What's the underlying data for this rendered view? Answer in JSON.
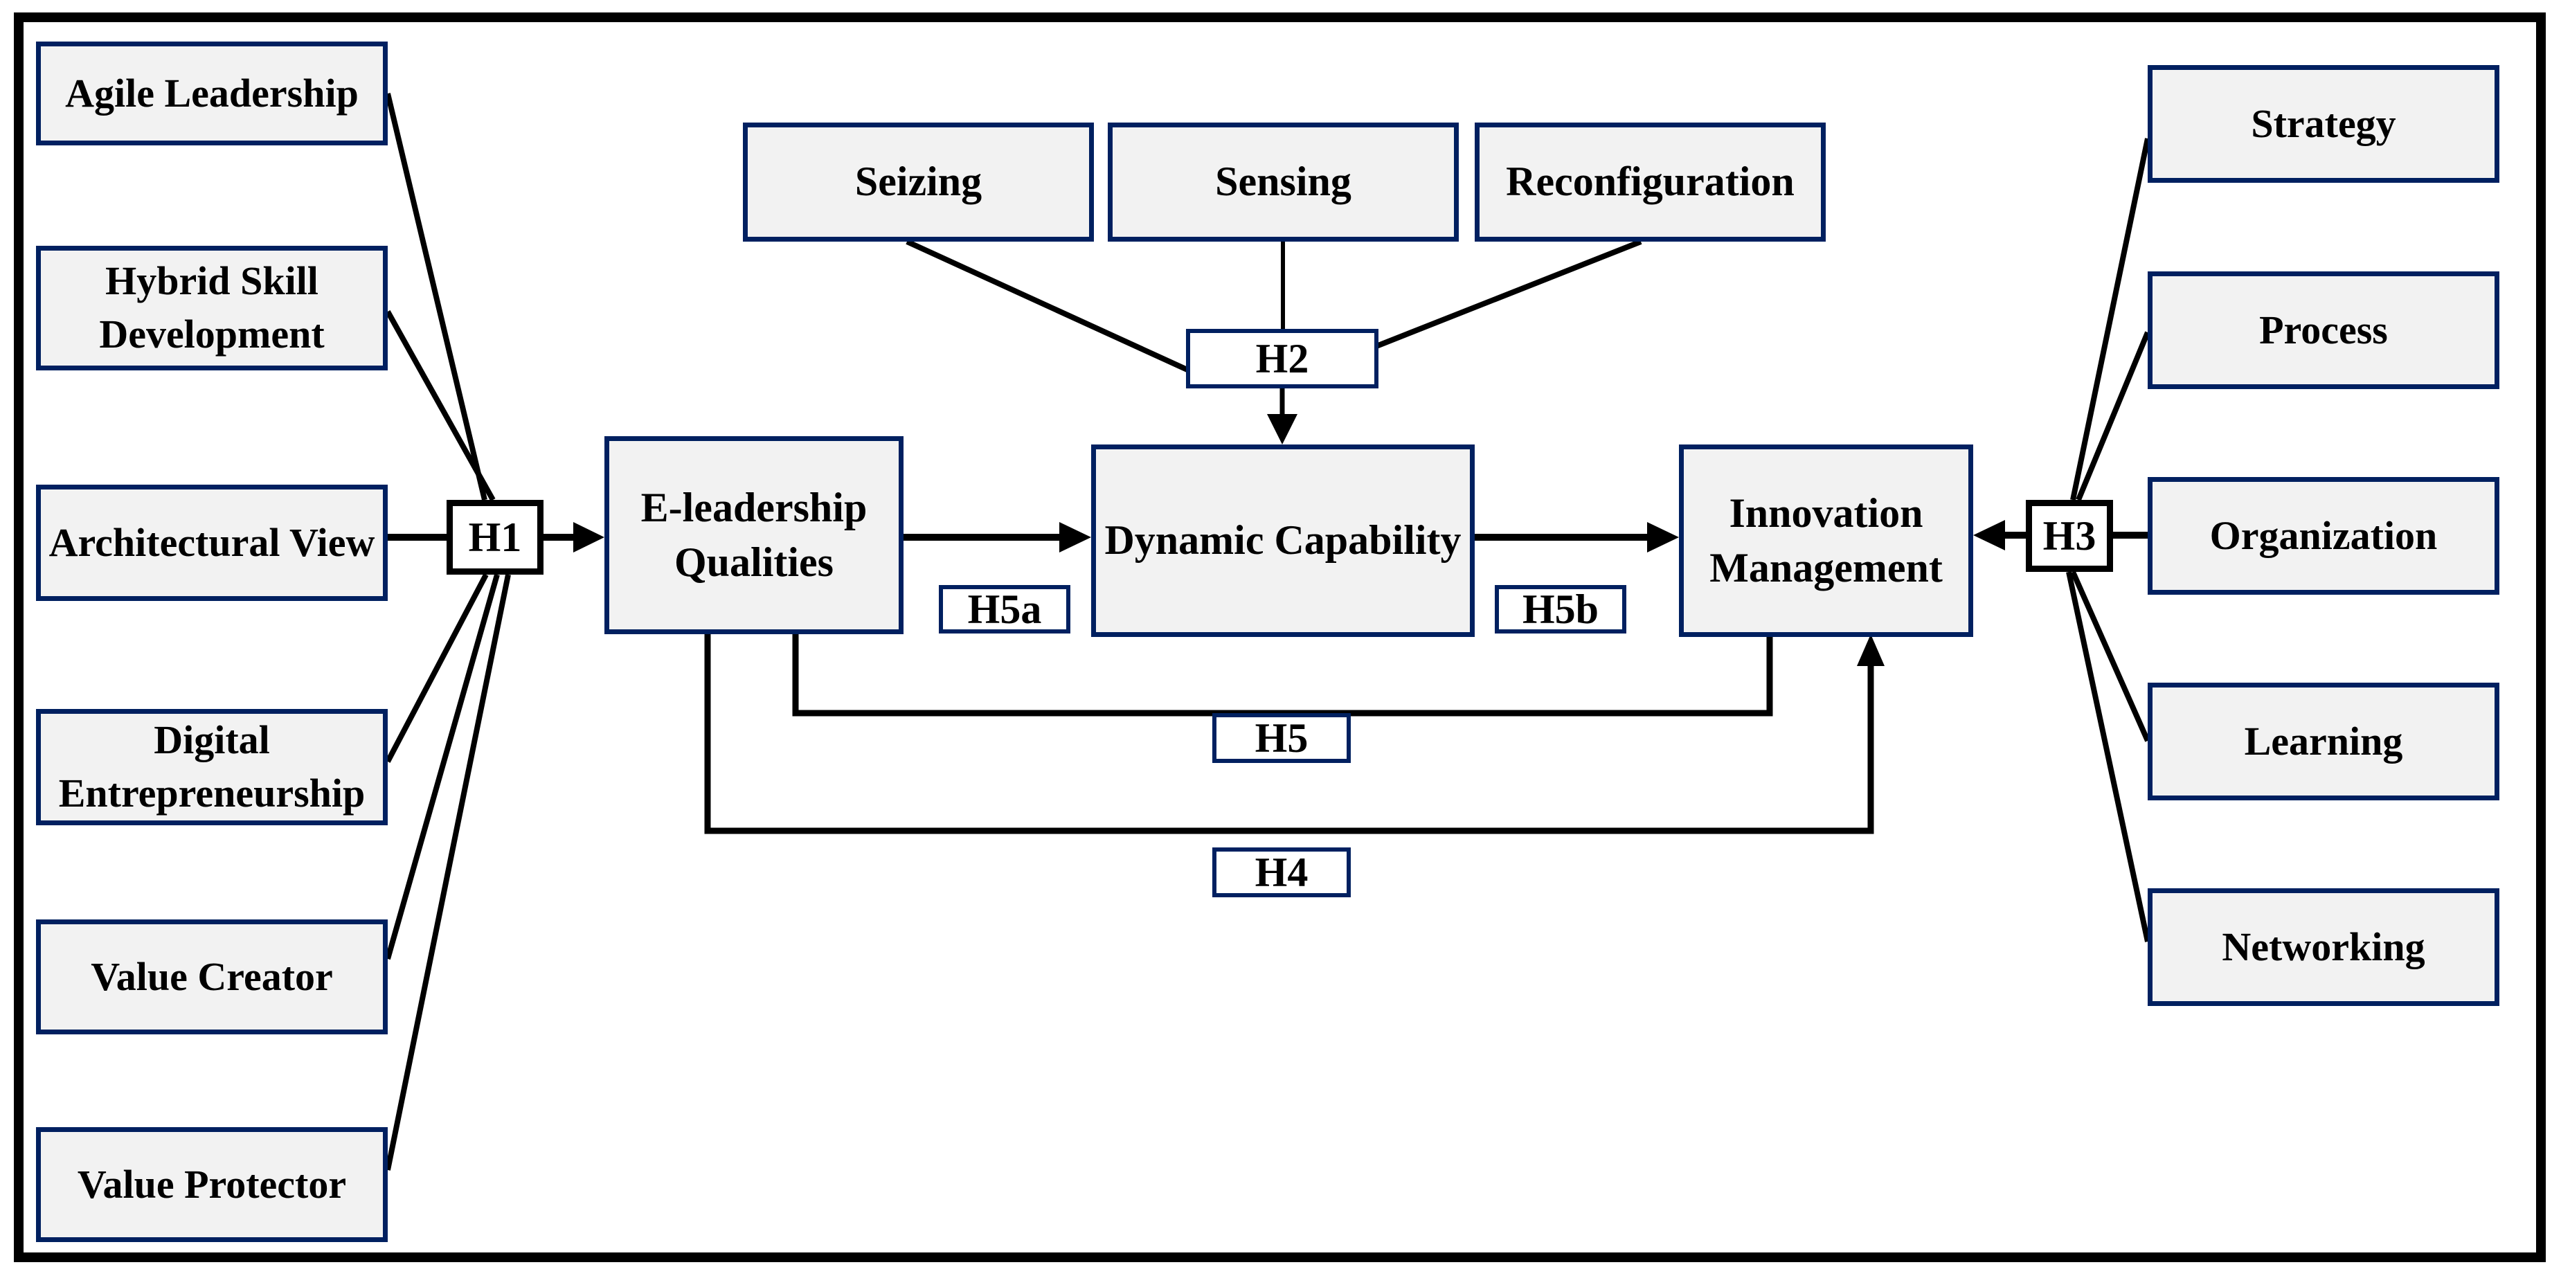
{
  "diagram": {
    "type": "research-model-path-diagram",
    "colors": {
      "node_fill": "#f2f2f2",
      "node_border": "#002060",
      "hypothesis_fill": "#ffffff",
      "hypothesis_border_navy": "#002060",
      "hypothesis_border_black": "#000000",
      "line": "#000000",
      "frame": "#000000",
      "text": "#000000"
    },
    "nodes": {
      "agile_leadership": {
        "label": "Agile Leadership"
      },
      "hybrid_skill": {
        "label": "Hybrid Skill Development"
      },
      "architectural_view": {
        "label": "Architectural View"
      },
      "digital_entrepreneurship": {
        "label": "Digital Entrepreneurship"
      },
      "value_creator": {
        "label": "Value Creator"
      },
      "value_protector": {
        "label": "Value Protector"
      },
      "e_leadership": {
        "label": "E-leadership Qualities"
      },
      "seizing": {
        "label": "Seizing"
      },
      "sensing": {
        "label": "Sensing"
      },
      "reconfiguration": {
        "label": "Reconfiguration"
      },
      "dynamic_capability": {
        "label": "Dynamic Capability"
      },
      "innovation_management": {
        "label": "Innovation Management"
      },
      "strategy": {
        "label": "Strategy"
      },
      "process": {
        "label": "Process"
      },
      "organization": {
        "label": "Organization"
      },
      "learning": {
        "label": "Learning"
      },
      "networking": {
        "label": "Networking"
      }
    },
    "hypotheses": {
      "h1": {
        "label": "H1"
      },
      "h2": {
        "label": "H2"
      },
      "h3": {
        "label": "H3"
      },
      "h4": {
        "label": "H4"
      },
      "h5": {
        "label": "H5"
      },
      "h5a": {
        "label": "H5a"
      },
      "h5b": {
        "label": "H5b"
      }
    },
    "edges": [
      {
        "from": "Agile Leadership",
        "to": "H1",
        "arrow": false
      },
      {
        "from": "Hybrid Skill Development",
        "to": "H1",
        "arrow": false
      },
      {
        "from": "Architectural View",
        "to": "H1",
        "arrow": false
      },
      {
        "from": "Digital Entrepreneurship",
        "to": "H1",
        "arrow": false
      },
      {
        "from": "Value Creator",
        "to": "H1",
        "arrow": false
      },
      {
        "from": "Value Protector",
        "to": "H1",
        "arrow": false
      },
      {
        "from": "H1",
        "to": "E-leadership Qualities",
        "arrow": true
      },
      {
        "from": "Seizing",
        "to": "H2",
        "arrow": false
      },
      {
        "from": "Sensing",
        "to": "H2",
        "arrow": false
      },
      {
        "from": "Reconfiguration",
        "to": "H2",
        "arrow": false
      },
      {
        "from": "H2",
        "to": "Dynamic Capability",
        "arrow": true
      },
      {
        "from": "E-leadership Qualities",
        "to": "Dynamic Capability",
        "label": "H5a",
        "arrow": true
      },
      {
        "from": "Dynamic Capability",
        "to": "Innovation Management",
        "label": "H5b",
        "arrow": true
      },
      {
        "from": "Strategy",
        "to": "H3",
        "arrow": false
      },
      {
        "from": "Process",
        "to": "H3",
        "arrow": false
      },
      {
        "from": "Organization",
        "to": "H3",
        "arrow": false
      },
      {
        "from": "Learning",
        "to": "H3",
        "arrow": false
      },
      {
        "from": "Networking",
        "to": "H3",
        "arrow": false
      },
      {
        "from": "H3",
        "to": "Innovation Management",
        "arrow": true
      },
      {
        "from": "E-leadership Qualities",
        "to": "Innovation Management",
        "label": "H5",
        "arrow": false
      },
      {
        "from": "E-leadership Qualities",
        "to": "Innovation Management",
        "label": "H4",
        "arrow": true
      }
    ]
  }
}
